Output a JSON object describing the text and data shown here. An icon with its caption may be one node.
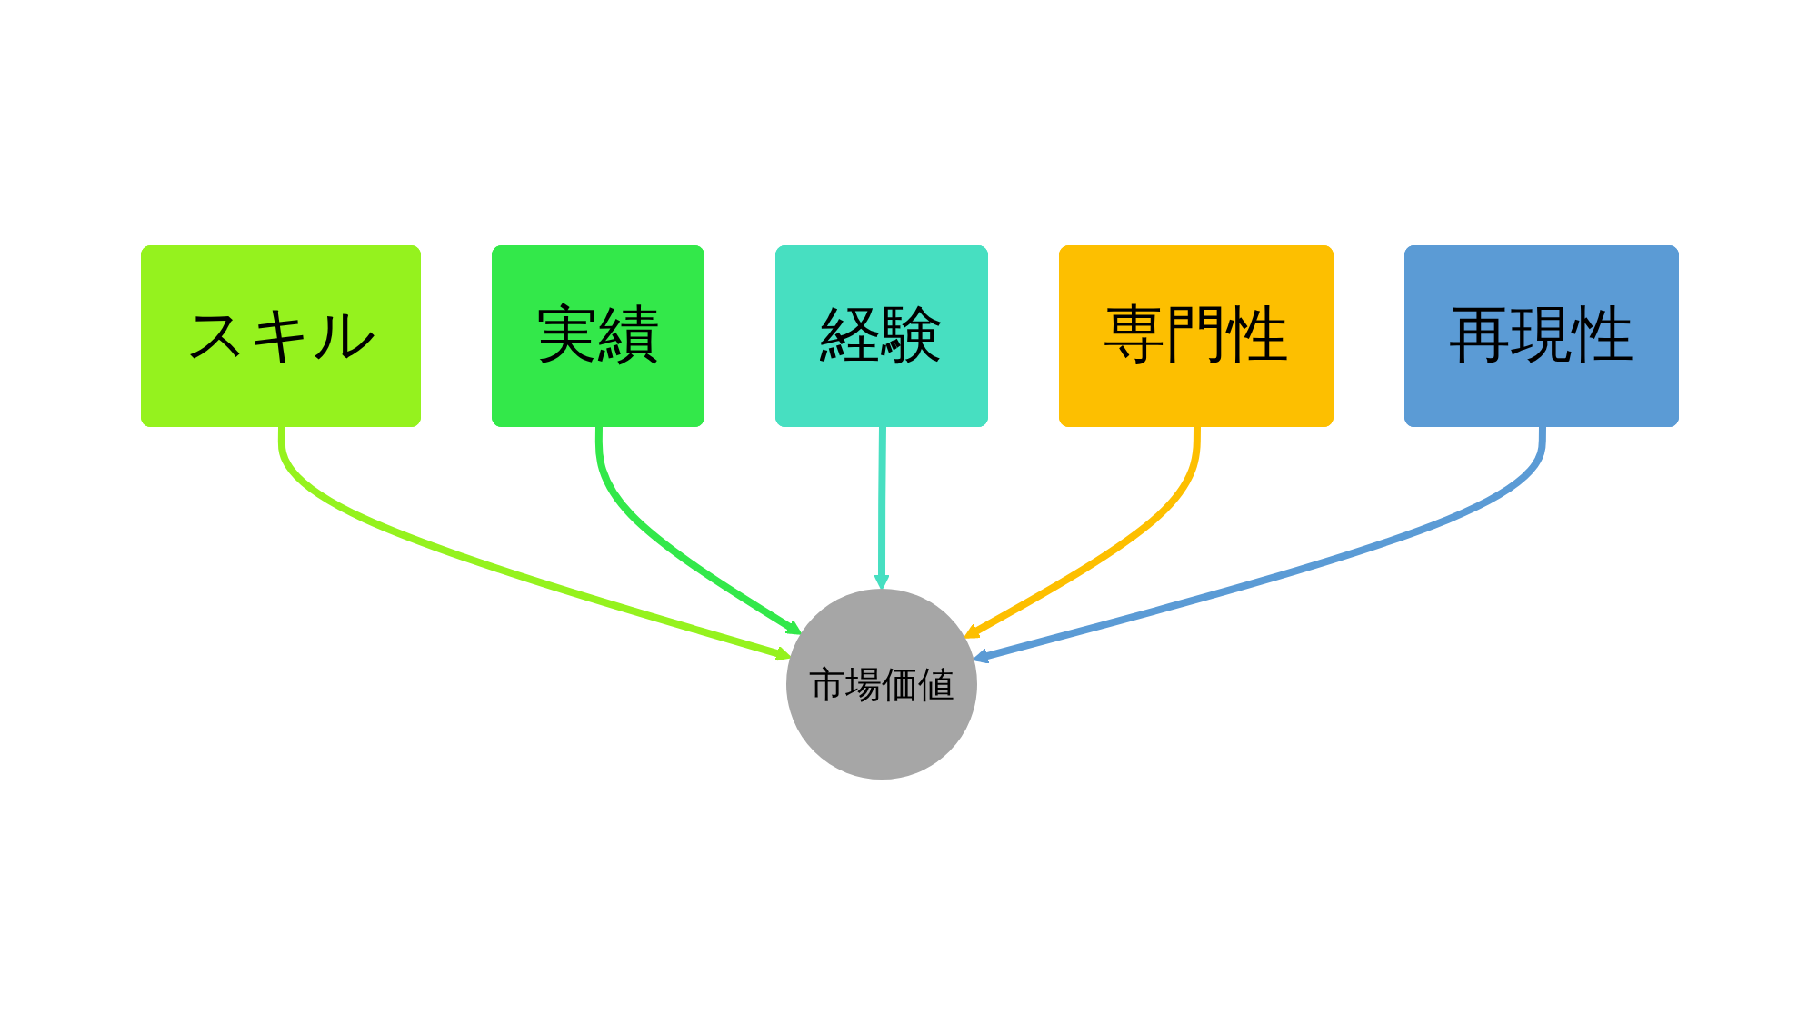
{
  "diagram": {
    "nodes": [
      {
        "text": [
          "実績"
        ]
      },
      {
        "text": [
          "スキル"
        ]
      },
      {
        "text": [
          "経験"
        ]
      },
      {
        "text": [
          "専門性"
        ]
      },
      {
        "text": [
          "市場価値"
        ]
      },
      {
        "text": [
          "再現性"
        ]
      }
    ],
    "edges": [
      {
        "from": 1,
        "to": 4,
        "arrow": "to",
        "color": "#95f21e"
      },
      {
        "from": 0,
        "to": 4,
        "arrow": "to",
        "color": "#33e84a"
      },
      {
        "from": 2,
        "to": 4,
        "arrow": "to",
        "color": "#47dfc1"
      },
      {
        "from": 3,
        "to": 4,
        "arrow": "to",
        "color": "#fdbf00"
      },
      {
        "from": 5,
        "to": 4,
        "arrow": "to",
        "color": "#5b9bd5"
      }
    ]
  }
}
